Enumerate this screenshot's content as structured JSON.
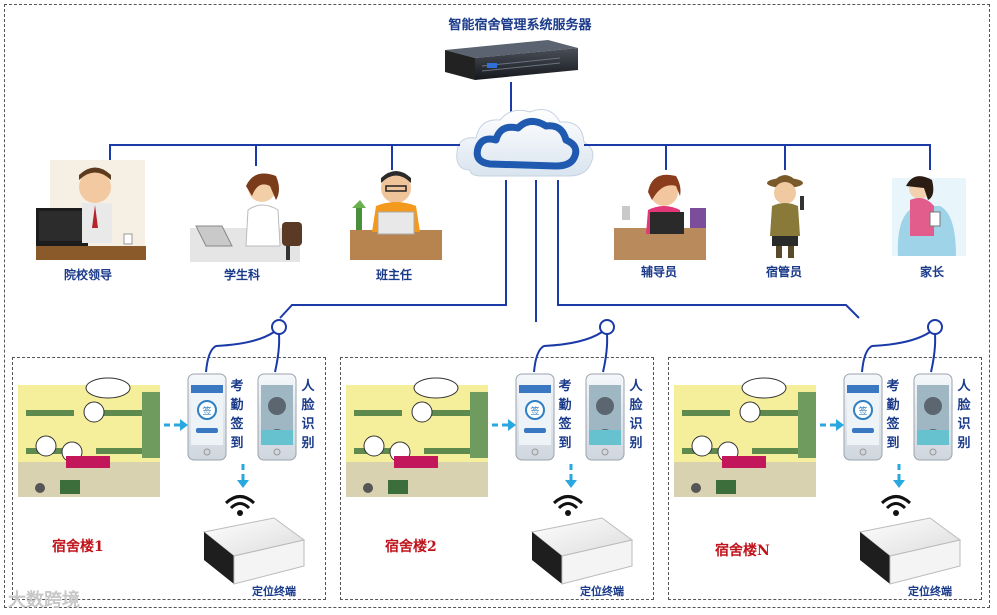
{
  "server": {
    "label": "智能宿舍管理系统服务器"
  },
  "roles": [
    {
      "label": "院校领导"
    },
    {
      "label": "学生科"
    },
    {
      "label": "班主任"
    },
    {
      "label": "辅导员"
    },
    {
      "label": "宿管员"
    },
    {
      "label": "家长"
    }
  ],
  "buildings": [
    {
      "label": "宿舍楼1",
      "attendance": "考勤签到",
      "face": "人脸识别",
      "terminal": "定位终端"
    },
    {
      "label": "宿舍楼2",
      "attendance": "考勤签到",
      "face": "人脸识别",
      "terminal": "定位终端"
    },
    {
      "label": "宿舍楼N",
      "attendance": "考勤签到",
      "face": "人脸识别",
      "terminal": "定位终端"
    }
  ],
  "phone": {
    "sign_glyph": "签"
  },
  "watermark": "大数跨境",
  "colors": {
    "line": "#1a3aa8",
    "label": "#1a3a8a",
    "building_label": "#c0141c",
    "arrow": "#29a8e0"
  }
}
